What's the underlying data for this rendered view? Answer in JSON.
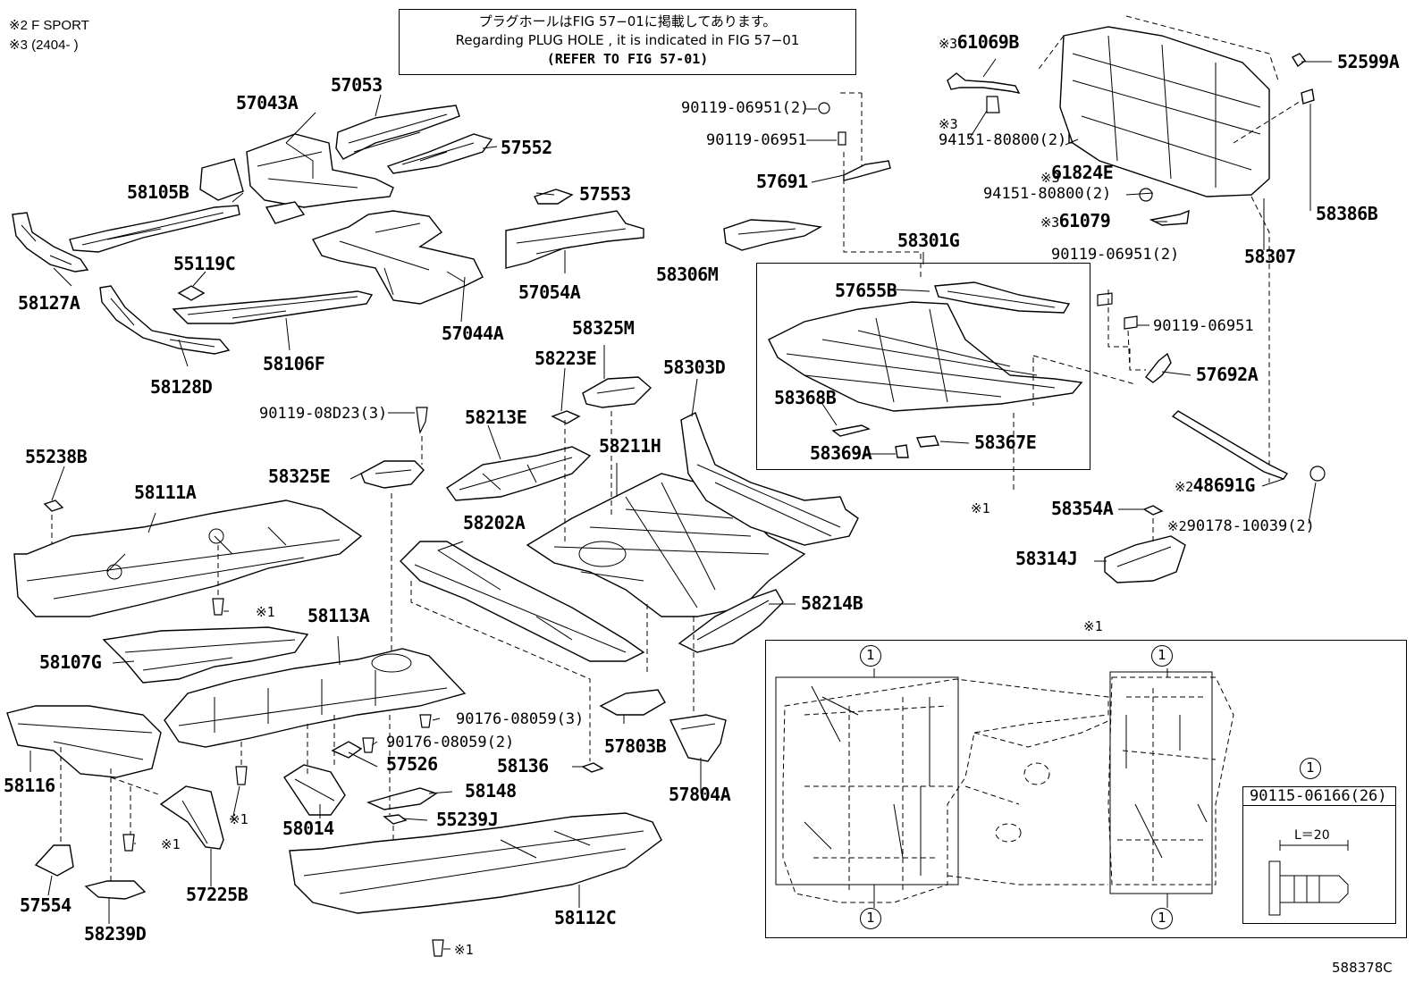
{
  "notes": {
    "note2": "※2 F SPORT",
    "note3": "※3 (2404-       )"
  },
  "header": {
    "line1": "プラグホールはFIG 57−01に掲載してあります。",
    "line2": "Regarding  PLUG  HOLE , it is indicated in FIG  57−01",
    "line3": "(REFER TO FIG 57-01)"
  },
  "labels": {
    "p57053": "57053",
    "p57043A": "57043A",
    "p57552": "57552",
    "p58105B": "58105B",
    "p57553": "57553",
    "p58127A": "58127A",
    "p55119C": "55119C",
    "p57054A": "57054A",
    "p57044A": "57044A",
    "p58106F": "58106F",
    "p58128D": "58128D",
    "p61069B": "61069B",
    "p94151a": "94151-80800(2)",
    "p94151b": "94151-80800(2)",
    "p90119_06951_2a": "90119-06951(2)",
    "p90119_06951a": "90119-06951",
    "p57691": "57691",
    "p61824E": "61824E",
    "p61079": "61079",
    "p52599A": "52599A",
    "p58386B": "58386B",
    "p58307": "58307",
    "p58306M": "58306M",
    "p58301G": "58301G",
    "p57655B": "57655B",
    "p58368B": "58368B",
    "p58369A": "58369A",
    "p58367E": "58367E",
    "p90119_06951_2b": "90119-06951(2)",
    "p90119_06951b": "90119-06951",
    "p57692A": "57692A",
    "p48691G": "48691G",
    "p90178": "90178-10039(2)",
    "p58354A": "58354A",
    "p58314J": "58314J",
    "p58325M": "58325M",
    "p58223E": "58223E",
    "p58303D": "58303D",
    "p90119_08D23": "90119-08D23(3)",
    "p58213E": "58213E",
    "p58211H": "58211H",
    "p55238B": "55238B",
    "p58325E": "58325E",
    "p58111A": "58111A",
    "p58202A": "58202A",
    "p58214B": "58214B",
    "p58107G": "58107G",
    "p58113A": "58113A",
    "p90176a": "90176-08059(3)",
    "p90176b": "90176-08059(2)",
    "p57526": "57526",
    "p58136": "58136",
    "p57803B": "57803B",
    "p58148": "58148",
    "p58116": "58116",
    "p58014": "58014",
    "p55239J": "55239J",
    "p57804A": "57804A",
    "p57554": "57554",
    "p57225B": "57225B",
    "p58239D": "58239D",
    "p58112C": "58112C",
    "p90115": "90115-06166(26)"
  },
  "marks": {
    "x1": "※1",
    "x2": "※2",
    "x3": "※3",
    "one": "1",
    "length": "L＝20"
  },
  "figure_id": "588378C"
}
